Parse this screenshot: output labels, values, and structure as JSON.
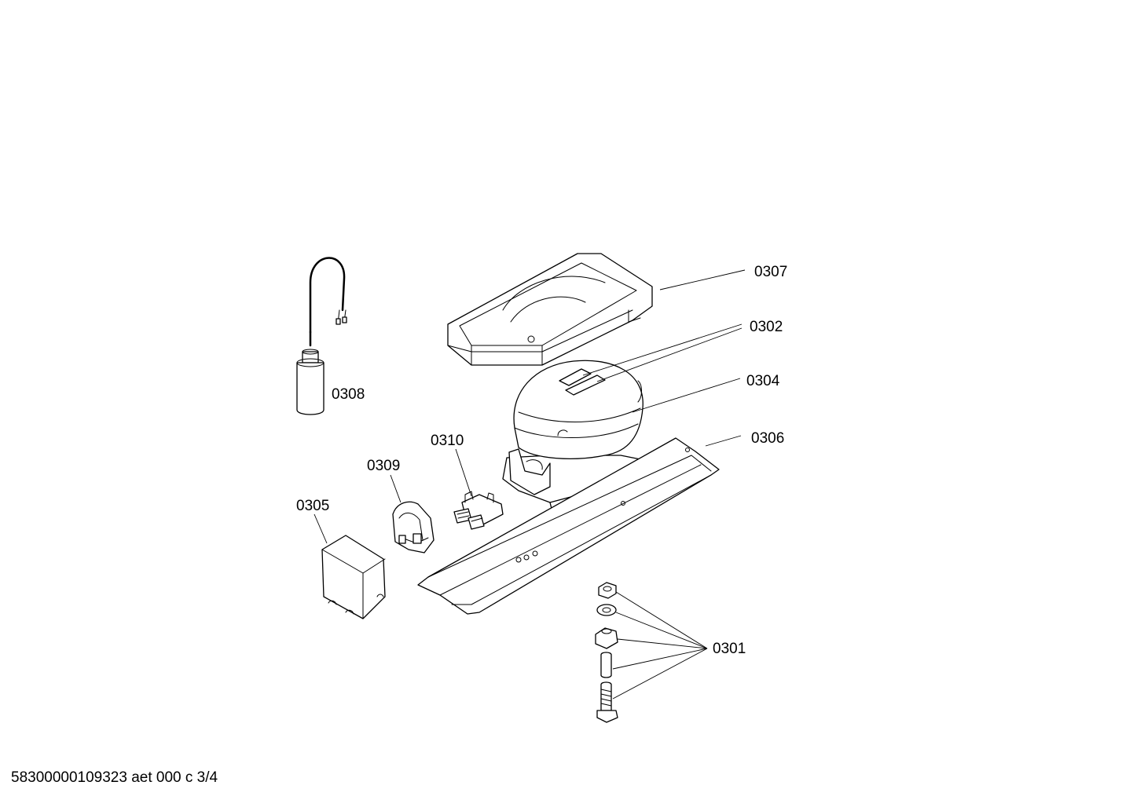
{
  "labels": {
    "p0307": "0307",
    "p0302": "0302",
    "p0304": "0304",
    "p0306": "0306",
    "p0308": "0308",
    "p0310": "0310",
    "p0309": "0309",
    "p0305": "0305",
    "p0301": "0301"
  },
  "footer": {
    "document_id": "58300000109323 aet 000 c 3/4"
  }
}
